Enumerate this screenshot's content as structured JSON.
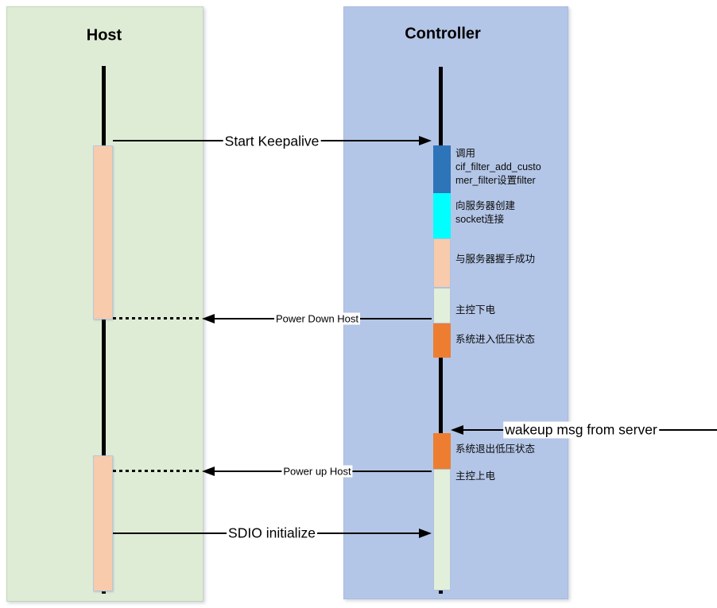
{
  "colors": {
    "host_box": "#dfecd5",
    "controller_box": "#b4c6e7",
    "activation": "#f8cbad",
    "lifeline": "#000000"
  },
  "host": {
    "title": "Host"
  },
  "controller": {
    "title": "Controller",
    "segments": [
      {
        "name": "set-filter",
        "color": "#2e74b8",
        "label": "调用\ncif_filter_add_custo\nmer_filter设置filter"
      },
      {
        "name": "create-socket",
        "color": "#00ffff",
        "label": "向服务器创建\nsocket连接"
      },
      {
        "name": "handshake-success",
        "color": "#f8cbad",
        "label": "与服务器握手成功"
      },
      {
        "name": "host-power-down",
        "color": "#e2efda",
        "label": "主控下电"
      },
      {
        "name": "enter-low-voltage",
        "color": "#ed7d31",
        "label": "系统进入低压状态"
      },
      {
        "name": "exit-low-voltage",
        "color": "#ed7d31",
        "label": "系统退出低压状态"
      },
      {
        "name": "host-power-up",
        "color": "#e2efda",
        "label": "主控上电"
      }
    ]
  },
  "messages": {
    "start_keepalive": "Start Keepalive",
    "power_down_host": "Power Down Host",
    "wakeup_from_server": "wakeup msg from server",
    "power_up_host": "Power up Host",
    "sdio_initialize": "SDIO initialize"
  }
}
